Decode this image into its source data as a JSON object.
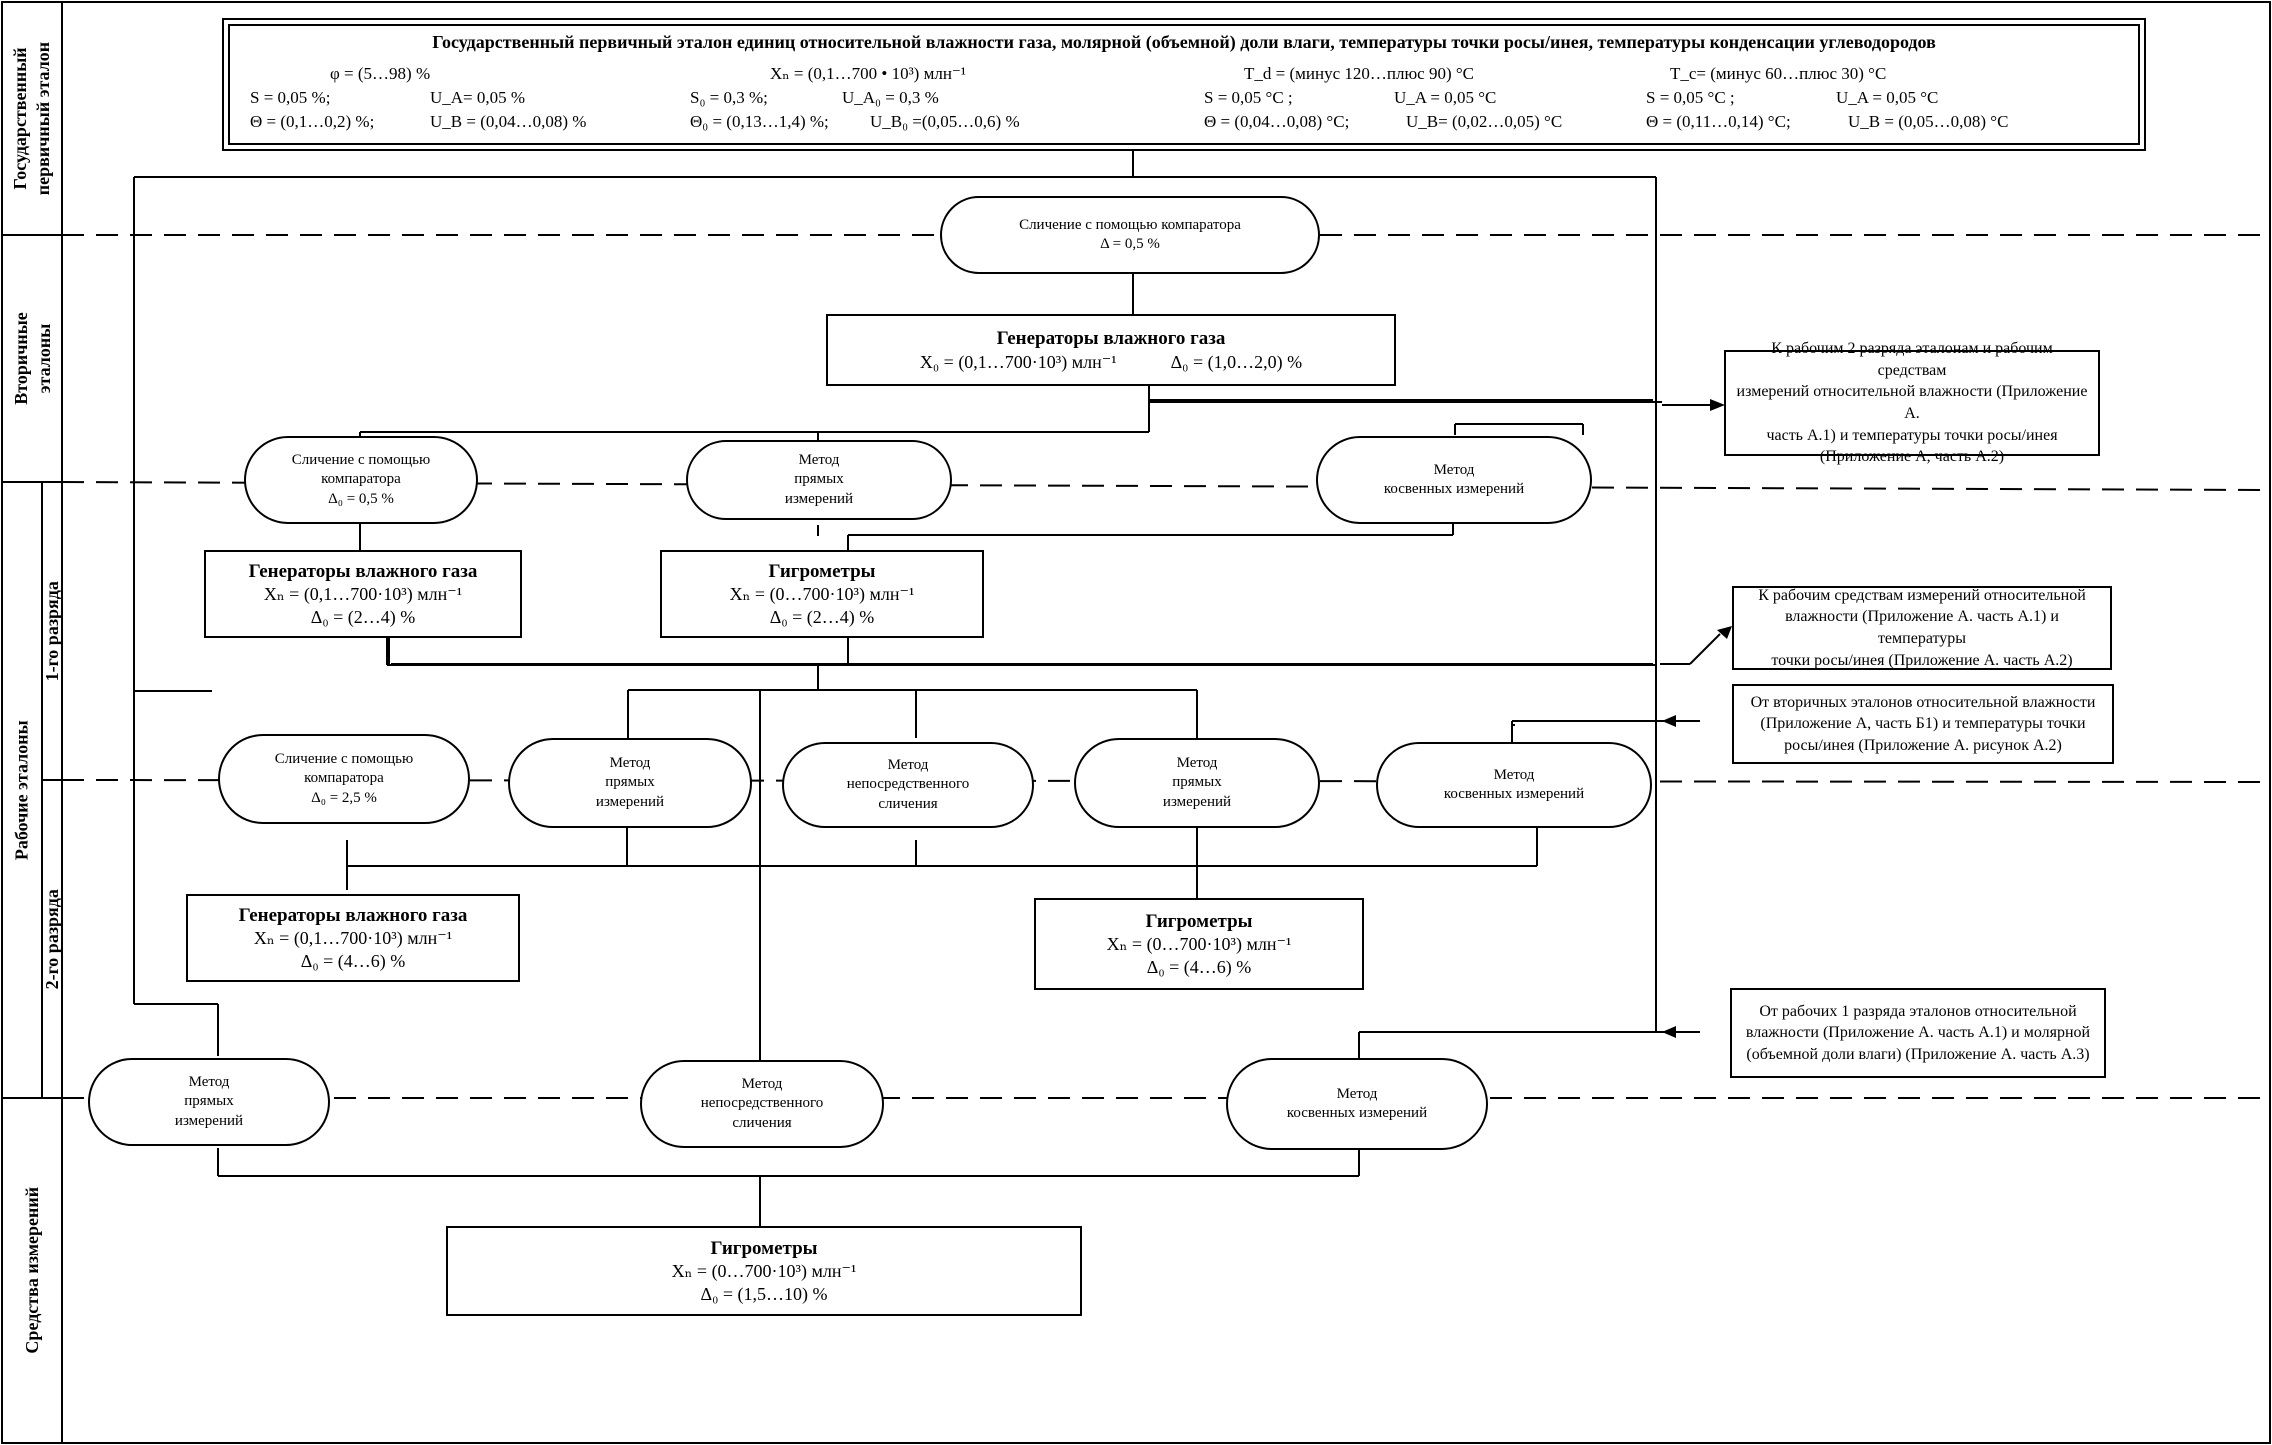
{
  "primary": {
    "title": "Государственный первичный эталон единиц относительной влажности газа, молярной (объемной) доли влаги, температуры точки росы/инея, температуры конденсации углеводородов",
    "rows": [
      [
        "φ = (5…98) %",
        "Xₙ = (0,1…700 • 10³) млн⁻¹",
        "T_d = (минус 120…плюс 90) °C",
        "T_c= (минус 60…плюс 30) °C"
      ],
      [
        "S = 0,05 %;",
        "U_A= 0,05 %",
        "S₀ = 0,3 %;",
        "U_A₀ = 0,3 %",
        "S = 0,05 °C ;",
        "U_A = 0,05 °C",
        "S = 0,05 °C ;",
        "U_A = 0,05 °C"
      ],
      [
        "Θ = (0,1…0,2) %;",
        "U_B = (0,04…0,08) %",
        "Θ₀ = (0,13…1,4) %;",
        "U_B₀ =(0,05…0,6) %",
        "Θ = (0,04…0,08) °C;",
        "U_B= (0,02…0,05) °C",
        "Θ = (0,11…0,14) °C;",
        "U_B = (0,05…0,08) °C"
      ]
    ]
  },
  "bands": {
    "primary": [
      "Государственный",
      "первичный эталон"
    ],
    "secondary": [
      "Вторичные",
      "эталоны"
    ],
    "rank1": "1-го разряда",
    "working": "Рабочие эталоны",
    "rank2": "2-го разряда",
    "instruments": "Средства измерений"
  },
  "nodes": {
    "comp_top": [
      "Сличение с помощью компаратора",
      "Δ = 0,5 %"
    ],
    "gen_sec": {
      "title": "Генераторы влажного газа",
      "line": "X₀ = (0,1…700·10³) млн⁻¹            Δ₀ = (1,0…2,0) %"
    },
    "comp_l1": [
      "Сличение с помощью",
      "компаратора",
      "Δ₀ = 0,5 %"
    ],
    "direct_l1": [
      "Метод",
      "прямых",
      "измерений"
    ],
    "indirect_l1": [
      "Метод",
      "косвенных измерений"
    ],
    "gen_r1": {
      "title": "Генераторы влажного газа",
      "line1": "Xₙ = (0,1…700·10³) млн⁻¹",
      "line2": "Δ₀ = (2…4) %"
    },
    "hyg_r1": {
      "title": "Гигрометры",
      "line1": "Xₙ = (0…700·10³) млн⁻¹",
      "line2": "Δ₀ = (2…4) %"
    },
    "comp_l2": [
      "Сличение с помощью",
      "компаратора",
      "Δ₀ = 2,5 %"
    ],
    "direct_l2a": [
      "Метод",
      "прямых",
      "измерений"
    ],
    "immediate_l2": [
      "Метод",
      "непосредственного",
      "сличения"
    ],
    "direct_l2b": [
      "Метод",
      "прямых",
      "измерений"
    ],
    "indirect_l2": [
      "Метод",
      "косвенных измерений"
    ],
    "gen_r2": {
      "title": "Генераторы влажного газа",
      "line1": "Xₙ = (0,1…700·10³) млн⁻¹",
      "line2": "Δ₀ = (4…6) %"
    },
    "hyg_r2": {
      "title": "Гигрометры",
      "line1": "Xₙ = (0…700·10³) млн⁻¹",
      "line2": "Δ₀ = (4…6) %"
    },
    "direct_l3": [
      "Метод",
      "прямых",
      "измерений"
    ],
    "immediate_l3": [
      "Метод",
      "непосредственного",
      "сличения"
    ],
    "indirect_l3": [
      "Метод",
      "косвенных измерений"
    ],
    "hyg_si": {
      "title": "Гигрометры",
      "line1": "Xₙ = (0…700·10³) млн⁻¹",
      "line2": "Δ₀ = (1,5…10) %"
    }
  },
  "external": {
    "ext1": [
      "К рабочим 2 разряда эталонам и рабочим средствам",
      "измерений относительной влажности (Приложение А.",
      "часть А.1) и температуры точки росы/инея",
      "(Приложение А, часть А.2)"
    ],
    "ext2": [
      "К рабочим средствам измерений относительной",
      "влажности (Приложение А. часть А.1) и температуры",
      "точки росы/инея (Приложение А. часть А.2)"
    ],
    "ext3": [
      "От вторичных эталонов относительной влажности",
      "(Приложение А, часть Б1) и температуры точки",
      "росы/инея (Приложение А. рисунок А.2)"
    ],
    "ext4": [
      "От рабочих 1 разряда эталонов относительной",
      "влажности (Приложение А. часть А.1) и молярной",
      "(объемной доли влаги) (Приложение А. часть А.3)"
    ]
  }
}
